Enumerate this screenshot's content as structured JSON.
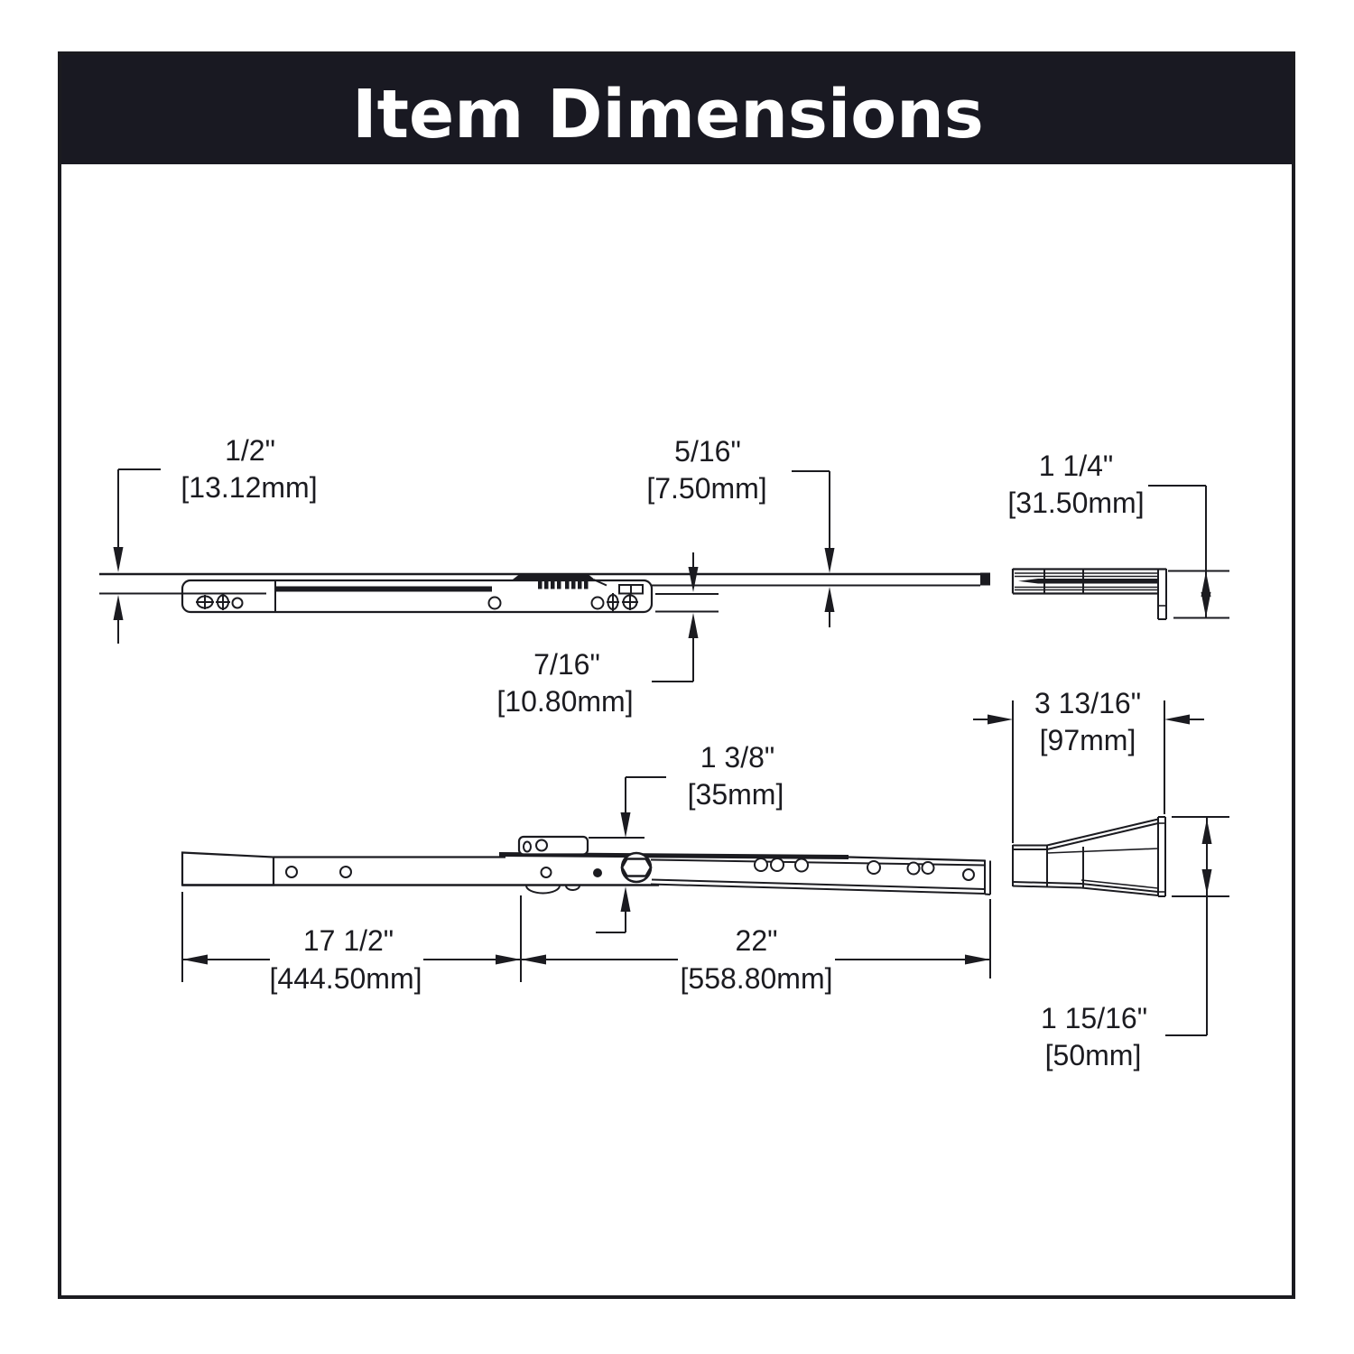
{
  "header": {
    "title": "Item Dimensions"
  },
  "colors": {
    "header_bg": "#191922",
    "line": "#1b1b20",
    "page_bg": "#ffffff",
    "title_text": "#ffffff"
  },
  "dims": {
    "half": {
      "in": "1/2\"",
      "mm": "[13.12mm]"
    },
    "s516": {
      "in": "5/16\"",
      "mm": "[7.50mm]"
    },
    "q114": {
      "in": "1 1/4\"",
      "mm": "[31.50mm]"
    },
    "s716": {
      "in": "7/16\"",
      "mm": "[10.80mm]"
    },
    "s31316": {
      "in": "3 13/16\"",
      "mm": "[97mm]"
    },
    "q138": {
      "in": "1 3/8\"",
      "mm": "[35mm]"
    },
    "len1712": {
      "in": "17 1/2\"",
      "mm": "[444.50mm]"
    },
    "len22": {
      "in": "22\"",
      "mm": "[558.80mm]"
    },
    "q11516": {
      "in": "1 15/16\"",
      "mm": "[50mm]"
    }
  }
}
